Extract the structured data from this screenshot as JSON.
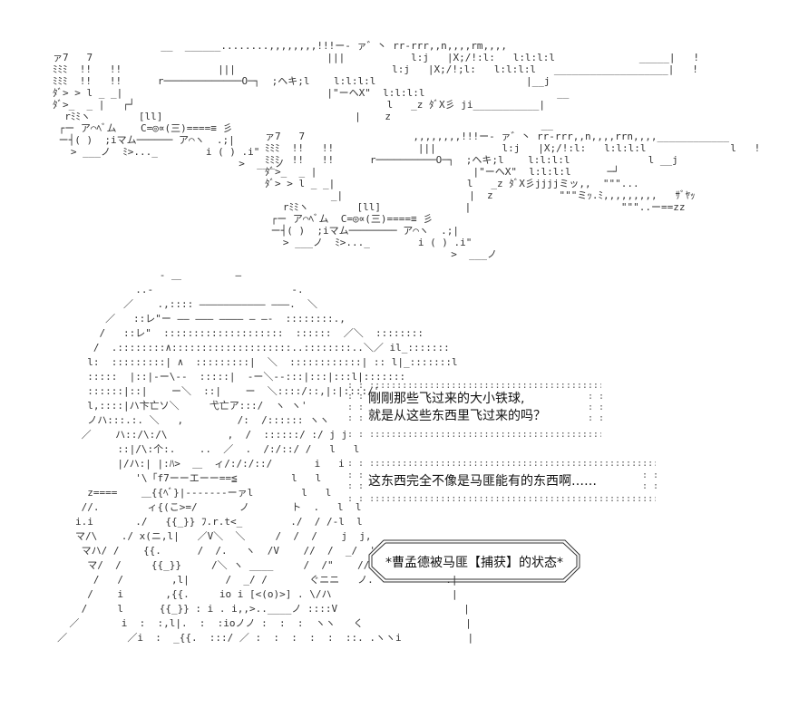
{
  "art": {
    "tank_a": "                  __  ______........,,,,,,,,!!!ー- ァ゛丶 rr-rrr,,n,,,,rm,,,,\nァ7   7                                       |||           l:j   |X;/!:l:   l:l:l:l              _____|   !\nﾐﾐﾐ  !!   !!                |||                          l:j   |X;/!;l:   l:l:l:l   ___________________|   !\nﾐﾐﾐ  !!   !!      r─────────────O─┐  ;ヘキ;l    l:l:l:l                         |__j\nﾀﾞ> > l _ _|                                  |\"ーヘX\"  l:l:l:l                      __\nﾀﾞ>_  _ |   ┌┘                                          l   _z ﾀﾞX彡 ji___________|\n  rﾐﾐヽ        [ll]                                |    z\n ┌ー ア⌒ﾍﾞム    C=◎∝(三)====≡ 彡\n ー┤( )  ;iマム────── ア⌒ヽ  .;|\n   > ___ノ  ﾐ>..._        i ( ) .i\"\n                               >  ___ノ",
    "tank_b": "                                              __\nァ7   7                  ,,,,,,,,!!!ー- ァ゛丶 rr-rrr,,n,,,,rrn,,,,____________\nﾐﾐﾐ  !!   !!              |||           l:j   |X;/!:l:   l:l:l:l              l   !\nﾐﾐﾐ  !!   !!      r──────────O─┐  ;ヘキ;l    l:l:l:l             l __j\nﾀﾞ>_  _ |                          |\"ーヘX\"  l:l:l:l      ─┘\nﾀﾞ> > l _ _|                      l   _z ﾀﾞX彡jjjjミッ,,  \"\"\"...\n           _|                     |  z           \"\"\"ミｯ.ﾐ,,,,,,,,,   ｻﾞﾔｯ\n   rﾐﾐヽ        [ll]              |                         \"\"\"..ー==zz\n ┌ー ア⌒ﾍﾞム  C=◎∝(三)====≡ 彡\n ー┤( )  ;iマム──────── ア⌒ヽ  .;|\n   > ___ノ  ﾐ>..._        i ( ) .i\"\n                               >  ___ノ",
    "figure": "                      ‐ ＿         ―\n                  ..‐                       ‐.\n                ／    .,:::: ――――――――――― ―――.  ＼\n             ／   ::レ\"ー ―― ――― ―――― ― ―‐  ::::::::.,\n            /   ::レ\"  ::::::::::::::::::::  ::::::  ／＼  ::::::::\n           /  .::::::::∧::::::::::::::::::::..::::::::..＼／ il_:::::::\n          l:  :::::::::| ∧  :::::::::|  ＼  ::::::::::::| :: l|_:::::::l\n          :::::  |::|-ー\\--  :::::|  -ー＼--:::|:::|:::l|:::::::\n          ::::::|::|    ー＼  ::|    ー  ＼::::/::,|:|::::/'\n          l,::::|ハ卞亡ソ＼     弋亡ア:::/  ヽ ヽ'\n          ノハ:::.:. ＼   ,         /:  /:::::: ヽヽ\n         ／    ハ::/\\:/\\          ,  /  ::::::/ :/ j j\n               ::|/\\:个:.    ..  ／  .  /:/::/ /   l   l\n               |/ハ:| |:ﾊ>  ＿  ィ/:/:/::/       i   i\n                  '\\「f7ーーエーー==≦         l   l\n          z====    ＿{{ﾍﾞ}|-------ーァl        l   l\n         //.        ィ{(こ>=/       ノ       ト  .   l  l\n        i.i       ./   {{_}} ﾌ.r.t<_        ./  / /-l  l\n        マ/\\    ./ x(ニ,l|   ／V＼  ＼     /  /  /    j  j,\n         マハ/ /    {{.      /  /.   ヽ  /V    //  /  _/  '\n          マ/  /     {{_}}     /＼ ヽ ____     /  /\"    //\n           /   /        ,l|      /  _/ /       ぐニニ   ノ.            .|\n          /    i       ,{{.     io i [<(o)>] . \\/ハ                    |\n         /     l      {{_}} : i . i,,>..____ノ ::::V                     |\n       ／       i  :  :,l|.  :  :ioノノ :  :  :  ヽヽ   く                 |\n     ／          ／i  :  _{{.  :::/ ／ :  :  :  :  :  ::. .ヽヽi           |"
  },
  "dialogue": {
    "line1": "剛剛那些飞过来的大小铁球,",
    "line2": "就是从这些东西里飞过来的吗？",
    "line3": "这东西完全不像是马匪能有的东西啊……"
  },
  "caption": {
    "text": "*曹孟德被马匪【捕获】的状态*"
  }
}
